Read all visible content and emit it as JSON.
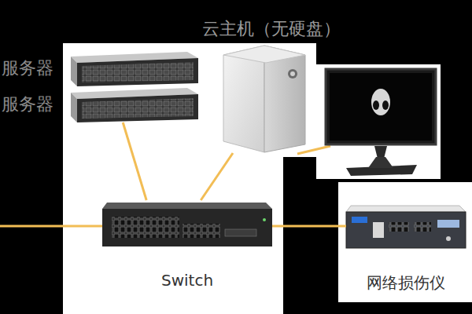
{
  "diagram": {
    "nodes": [
      {
        "text": [
          "服务器"
        ]
      },
      {
        "text": [
          "服务器"
        ]
      },
      {
        "text": [
          "云主机（无硬盘）"
        ]
      },
      {
        "text": [
          "Switch"
        ]
      },
      {
        "text": [
          "网络损伤仪"
        ]
      }
    ],
    "edges": [
      {
        "from": 1,
        "to": 3,
        "arrow": "none"
      },
      {
        "from": 2,
        "to": 3,
        "arrow": "none"
      },
      {
        "from": 3,
        "to": 4,
        "arrow": "none"
      }
    ]
  }
}
